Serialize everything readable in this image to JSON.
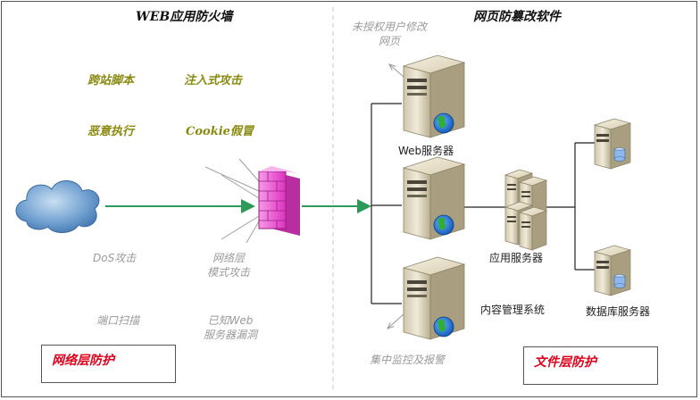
{
  "titles": {
    "waf": "WEB应用防火墙",
    "tamper": "网页防篡改软件"
  },
  "threats": {
    "xss": "跨站脚本",
    "injection": "注入式攻击",
    "malicious_exec": "恶意执行",
    "cookie_spoof": "Cookie假冒"
  },
  "network_threats": {
    "dos": "DoS攻击",
    "network_pattern_line1": "网络层",
    "network_pattern_line2": "模式攻击",
    "port_scan": "端口扫描",
    "known_vuln_line1": "已知Web",
    "known_vuln_line2": "服务器漏洞"
  },
  "tamper_labels": {
    "unauth_line1": "未授权用户修改",
    "unauth_line2": "网页",
    "monitor": "集中监控及报警"
  },
  "servers": {
    "web": "Web服务器",
    "app": "应用服务器",
    "cms": "内容管理系统",
    "db": "数据库服务器"
  },
  "boxes": {
    "network_layer": "网络层防护",
    "file_layer": "文件层防护"
  },
  "colors": {
    "attack_line": "#2e9a5a",
    "firewall": "#ee44cc",
    "box_text": "#e0001a"
  }
}
